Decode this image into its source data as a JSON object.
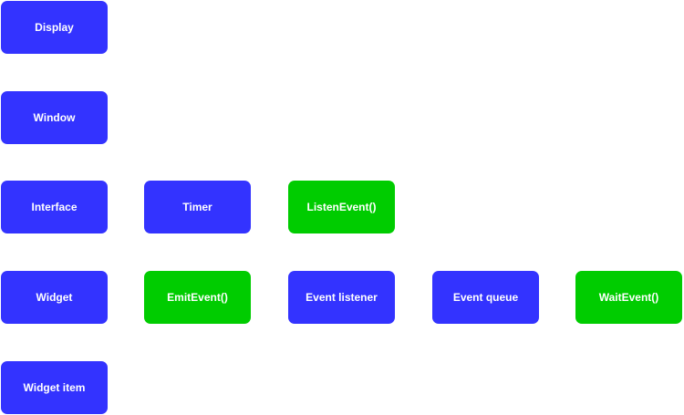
{
  "nodes": {
    "display": {
      "label": "Display",
      "color": "#3333ff"
    },
    "window": {
      "label": "Window",
      "color": "#3333ff"
    },
    "interface": {
      "label": "Interface",
      "color": "#3333ff"
    },
    "timer": {
      "label": "Timer",
      "color": "#3333ff"
    },
    "listen_event": {
      "label": "ListenEvent()",
      "color": "#00cc00"
    },
    "widget": {
      "label": "Widget",
      "color": "#3333ff"
    },
    "emit_event": {
      "label": "EmitEvent()",
      "color": "#00cc00"
    },
    "event_listener": {
      "label": "Event listener",
      "color": "#3333ff"
    },
    "event_queue": {
      "label": "Event queue",
      "color": "#3333ff"
    },
    "wait_event": {
      "label": "WaitEvent()",
      "color": "#00cc00"
    },
    "widget_item": {
      "label": "Widget item",
      "color": "#3333ff"
    }
  }
}
